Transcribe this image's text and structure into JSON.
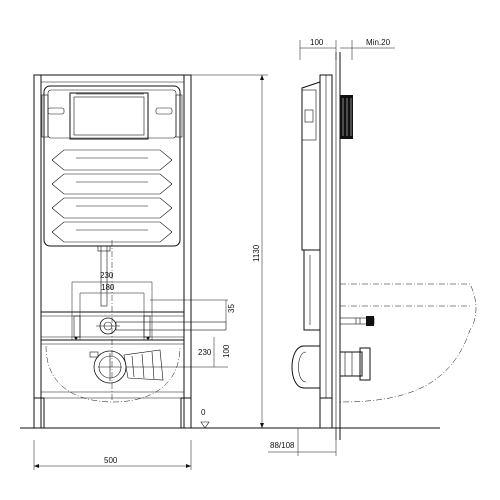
{
  "dimensions": {
    "front_width": "500",
    "height": "1130",
    "bolt_spacing_outer": "230",
    "bolt_spacing_inner": "180",
    "supply_offset": "35",
    "drain_spacing": "230",
    "drain_height": "100",
    "floor_level": "0",
    "side_depth": "100",
    "wall_min": "Min.20",
    "floor_offset": "88/108"
  },
  "icons": [
    "frame-front-view",
    "frame-side-view",
    "wall-hung-toilet-outline",
    "flush-plate",
    "cistern"
  ]
}
